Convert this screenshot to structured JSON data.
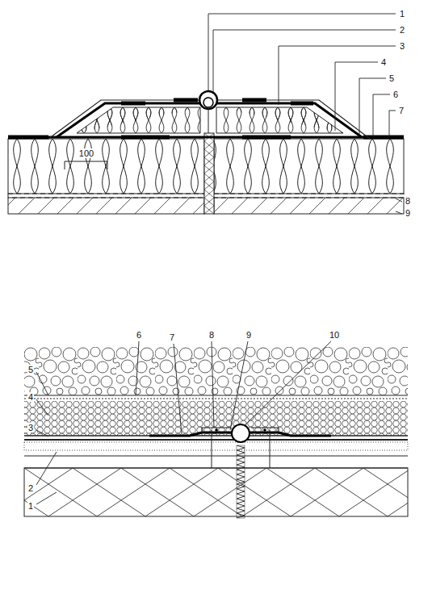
{
  "diagram": {
    "labels": [
      "1",
      "2",
      "3",
      "4",
      "5",
      "6",
      "7",
      "100",
      "8",
      "9",
      "6",
      "7",
      "8",
      "9",
      "10",
      "5",
      "4",
      "3",
      "2",
      "1"
    ]
  }
}
